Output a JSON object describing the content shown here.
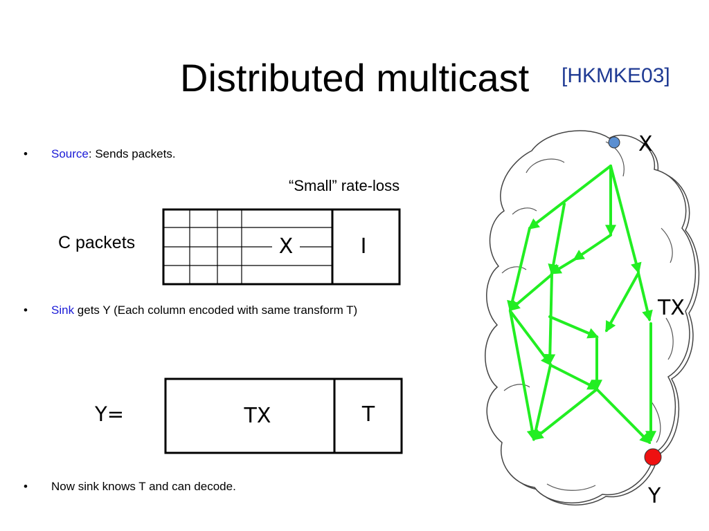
{
  "title": "Distributed multicast",
  "citation": "[HKMKE03]",
  "bullets": {
    "source_term": "Source",
    "source_text": ": Sends packets.",
    "sink_term": "Sink",
    "sink_text": " gets Y (Each column encoded with same transform T)",
    "decode_text": "Now sink knows T and can decode."
  },
  "matrix_top": {
    "caption": "“Small” rate-loss",
    "row_label": "C packets",
    "left_cell": "X",
    "right_cell": "I"
  },
  "matrix_bottom": {
    "row_label": "Y=",
    "left_cell": "TX",
    "right_cell": "T"
  },
  "network": {
    "source_label": "X",
    "middle_label": "TX",
    "sink_label": "Y",
    "edge_color": "#22ee22",
    "source_color": "#5b8fd1",
    "sink_color": "#ee1111"
  }
}
